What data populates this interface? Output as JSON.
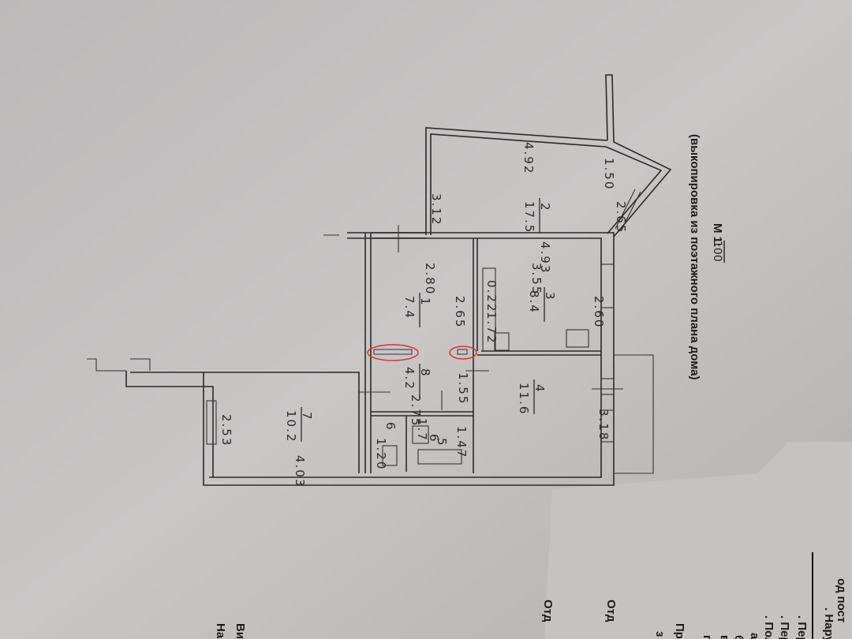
{
  "header": {
    "subtitle": "(выкопировка из поэтажного плана дома)",
    "scale_prefix": "М 1:",
    "scale_value": "100"
  },
  "rooms": [
    {
      "number": "1",
      "area": "7.4"
    },
    {
      "number": "2",
      "area": "17.5"
    },
    {
      "number": "3",
      "area": "8.4"
    },
    {
      "number": "4",
      "area": "11.6"
    },
    {
      "number": "7",
      "area": "10.2"
    },
    {
      "number": "8",
      "area": "4.2"
    }
  ],
  "dimensions": {
    "r2_top": "4.92",
    "r2_left": "3.12",
    "r2_bottom": "4.93",
    "r2_bay_a": "1.50",
    "r2_bay_b": "2.65",
    "r1_top": "2.80",
    "r1_right": "2.65",
    "closet_w": "0.22",
    "closet_l": "1.72",
    "r3_top": "3.55",
    "r3_right": "2.60",
    "r8_right": "1.55",
    "r8_bottom": "2.75",
    "r4_right": "3.18",
    "r7_left": "2.53",
    "r7_bottom": "4.03",
    "bath_a": "1.7",
    "bath_b": "6",
    "bath_num": "5",
    "bath_c": "1.47",
    "wc_num": "6",
    "wc_area": "1.20"
  },
  "side_sheet": {
    "lines": [
      "од пост",
      ". Наруж",
      ". Перег",
      ". Перег",
      ". Польз",
      "а",
      "б",
      "в",
      "г",
      "Про",
      "з",
      "Отд",
      "Отд",
      "Ви",
      "На"
    ]
  },
  "colors": {
    "markup": "#e0302a",
    "ink": "#2a2a2a"
  }
}
